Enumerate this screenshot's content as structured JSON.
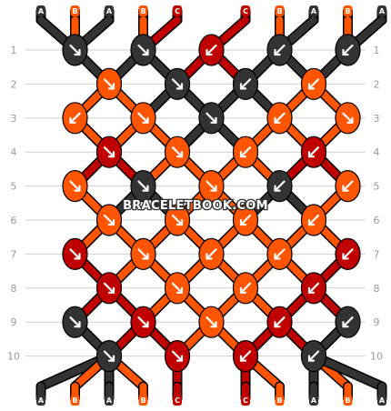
{
  "watermark": "BRACELETBOOK.COM",
  "colors": {
    "A": "#333333",
    "B": "#ff5500",
    "C": "#c00000",
    "grid": "#d0d0d0",
    "arrow": "#ffffff",
    "number": "#9a9a9a"
  },
  "strands_top": [
    "A",
    "B",
    "A",
    "B",
    "C",
    "C",
    "B",
    "A",
    "B",
    "A"
  ],
  "strands_bottom": [
    "A",
    "B",
    "A",
    "B",
    "C",
    "C",
    "B",
    "A",
    "B",
    "A"
  ],
  "row_numbers": [
    "1",
    "2",
    "3",
    "4",
    "5",
    "6",
    "7",
    "8",
    "9",
    "10"
  ],
  "knot_rows": [
    {
      "row": "1",
      "knots": [
        {
          "color": "A",
          "dir": "se"
        },
        {
          "color": "A",
          "dir": "se"
        },
        {
          "color": "C",
          "dir": "sw"
        },
        {
          "color": "A",
          "dir": "sw"
        },
        {
          "color": "A",
          "dir": "sw"
        }
      ]
    },
    {
      "row": "2",
      "knots": [
        {
          "color": "B",
          "dir": "se"
        },
        {
          "color": "A",
          "dir": "se"
        },
        {
          "color": "A",
          "dir": "sw"
        },
        {
          "color": "B",
          "dir": "sw"
        }
      ]
    },
    {
      "row": "3",
      "knots": [
        {
          "color": "B",
          "dir": "sw"
        },
        {
          "color": "B",
          "dir": "se"
        },
        {
          "color": "A",
          "dir": "se"
        },
        {
          "color": "B",
          "dir": "sw"
        },
        {
          "color": "B",
          "dir": "se"
        }
      ]
    },
    {
      "row": "4",
      "knots": [
        {
          "color": "C",
          "dir": "se"
        },
        {
          "color": "B",
          "dir": "se"
        },
        {
          "color": "B",
          "dir": "sw"
        },
        {
          "color": "C",
          "dir": "sw"
        }
      ]
    },
    {
      "row": "5",
      "knots": [
        {
          "color": "B",
          "dir": "se"
        },
        {
          "color": "A",
          "dir": "se"
        },
        {
          "color": "B",
          "dir": "se"
        },
        {
          "color": "A",
          "dir": "sw"
        },
        {
          "color": "B",
          "dir": "sw"
        }
      ]
    },
    {
      "row": "6",
      "knots": [
        {
          "color": "B",
          "dir": "se"
        },
        {
          "color": "B",
          "dir": "se"
        },
        {
          "color": "B",
          "dir": "sw"
        },
        {
          "color": "B",
          "dir": "sw"
        }
      ]
    },
    {
      "row": "7",
      "knots": [
        {
          "color": "C",
          "dir": "se"
        },
        {
          "color": "B",
          "dir": "se"
        },
        {
          "color": "B",
          "dir": "sw"
        },
        {
          "color": "B",
          "dir": "sw"
        },
        {
          "color": "C",
          "dir": "sw"
        }
      ]
    },
    {
      "row": "8",
      "knots": [
        {
          "color": "C",
          "dir": "se"
        },
        {
          "color": "B",
          "dir": "se"
        },
        {
          "color": "B",
          "dir": "sw"
        },
        {
          "color": "C",
          "dir": "sw"
        }
      ]
    },
    {
      "row": "9",
      "knots": [
        {
          "color": "A",
          "dir": "se"
        },
        {
          "color": "C",
          "dir": "se"
        },
        {
          "color": "B",
          "dir": "se"
        },
        {
          "color": "C",
          "dir": "sw"
        },
        {
          "color": "A",
          "dir": "sw"
        }
      ]
    },
    {
      "row": "10",
      "knots": [
        {
          "color": "A",
          "dir": "se"
        },
        {
          "color": "C",
          "dir": "se"
        },
        {
          "color": "C",
          "dir": "sw"
        },
        {
          "color": "A",
          "dir": "sw"
        }
      ]
    }
  ]
}
